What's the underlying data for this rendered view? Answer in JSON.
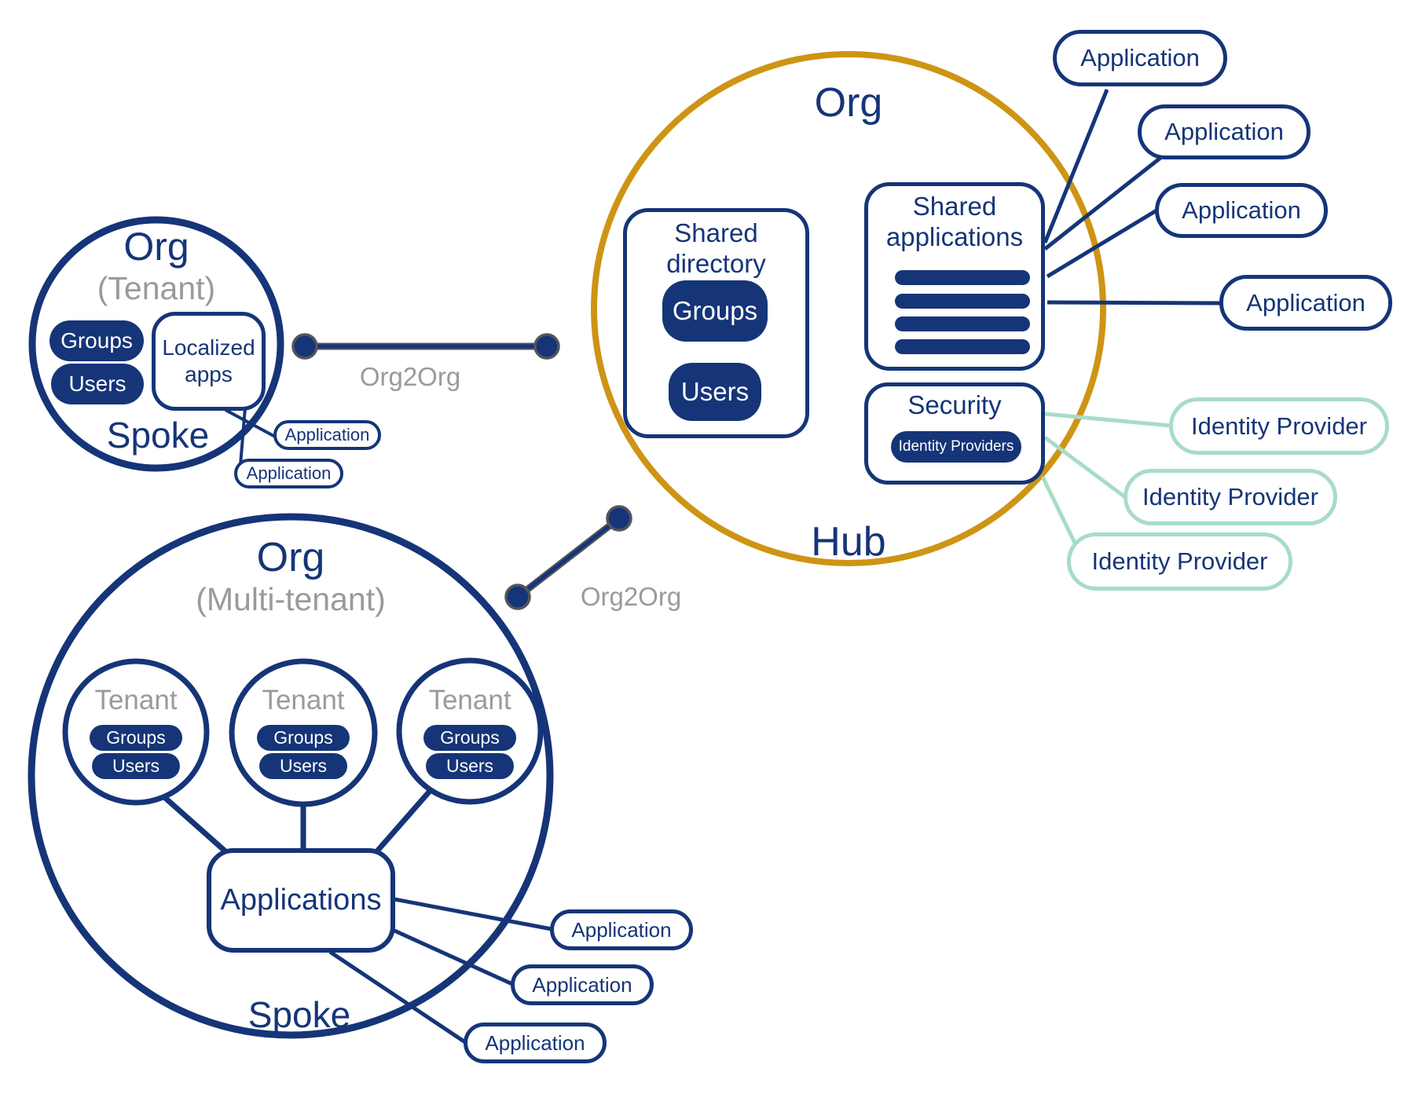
{
  "colors": {
    "navy": "#153578",
    "gold": "#CE9414",
    "mint": "#A8DCC6",
    "gray": "#9A9A9A",
    "connector_outline": "#54545C"
  },
  "hub": {
    "title": "Org",
    "label": "Hub",
    "shared_directory": {
      "title": "Shared directory",
      "groups": "Groups",
      "users": "Users"
    },
    "shared_applications": {
      "title": "Shared applications"
    },
    "security": {
      "title": "Security",
      "pill": "Identity Providers"
    },
    "applications": [
      "Application",
      "Application",
      "Application",
      "Application"
    ],
    "identity_providers": [
      "Identity Provider",
      "Identity Provider",
      "Identity Provider"
    ]
  },
  "tenant_spoke": {
    "title": "Org",
    "subtitle": "(Tenant)",
    "label": "Spoke",
    "groups": "Groups",
    "users": "Users",
    "localized_apps": "Localized apps",
    "applications": [
      "Application",
      "Application"
    ]
  },
  "multi_spoke": {
    "title": "Org",
    "subtitle": "(Multi-tenant)",
    "label": "Spoke",
    "applications_hub": "Applications",
    "tenants": [
      {
        "label": "Tenant",
        "groups": "Groups",
        "users": "Users"
      },
      {
        "label": "Tenant",
        "groups": "Groups",
        "users": "Users"
      },
      {
        "label": "Tenant",
        "groups": "Groups",
        "users": "Users"
      }
    ],
    "applications": [
      "Application",
      "Application",
      "Application"
    ]
  },
  "connectors": {
    "left": "Org2Org",
    "bottom": "Org2Org"
  }
}
